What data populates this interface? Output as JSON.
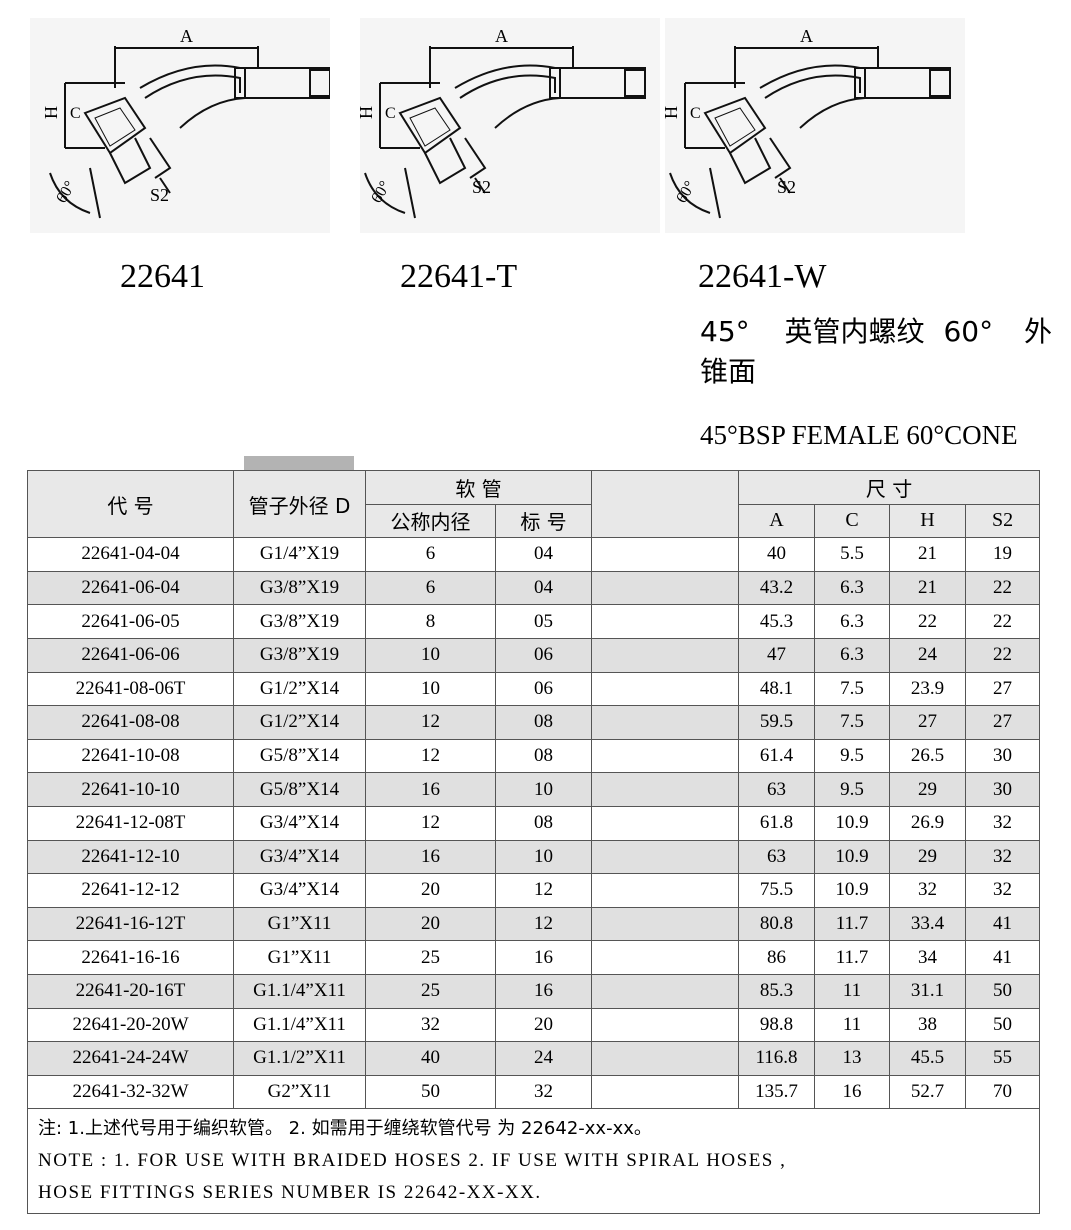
{
  "drawings": [
    {
      "label_a": "A",
      "label_c": "C",
      "label_h": "H",
      "label_s2": "S2",
      "label_angle": "60°"
    },
    {
      "label_a": "A",
      "label_c": "C",
      "label_h": "H",
      "label_s2": "S2",
      "label_angle": "60°"
    },
    {
      "label_a": "A",
      "label_c": "C",
      "label_h": "H",
      "label_s2": "S2",
      "label_angle": "60°"
    }
  ],
  "models": [
    "22641",
    "22641-T",
    "22641-W"
  ],
  "description_cn": {
    "part1": "45°",
    "part2": "英管内螺纹",
    "part3": "60°",
    "part4": "外",
    "line2": "锥面"
  },
  "description_en": "45°BSP FEMALE 60°CONE",
  "table": {
    "headers": {
      "code": "代  号",
      "pipe_od": "管子外径 D",
      "hose": "软  管",
      "hose_nominal": "公称内径",
      "hose_mark": "标  号",
      "size": "尺  寸",
      "a": "A",
      "c": "C",
      "h": "H",
      "s2": "S2"
    },
    "rows": [
      [
        "22641-04-04",
        "G1/4”X19",
        "6",
        "04",
        "40",
        "5.5",
        "21",
        "19"
      ],
      [
        "22641-06-04",
        "G3/8”X19",
        "6",
        "04",
        "43.2",
        "6.3",
        "21",
        "22"
      ],
      [
        "22641-06-05",
        "G3/8”X19",
        "8",
        "05",
        "45.3",
        "6.3",
        "22",
        "22"
      ],
      [
        "22641-06-06",
        "G3/8”X19",
        "10",
        "06",
        "47",
        "6.3",
        "24",
        "22"
      ],
      [
        "22641-08-06T",
        "G1/2”X14",
        "10",
        "06",
        "48.1",
        "7.5",
        "23.9",
        "27"
      ],
      [
        "22641-08-08",
        "G1/2”X14",
        "12",
        "08",
        "59.5",
        "7.5",
        "27",
        "27"
      ],
      [
        "22641-10-08",
        "G5/8”X14",
        "12",
        "08",
        "61.4",
        "9.5",
        "26.5",
        "30"
      ],
      [
        "22641-10-10",
        "G5/8”X14",
        "16",
        "10",
        "63",
        "9.5",
        "29",
        "30"
      ],
      [
        "22641-12-08T",
        "G3/4”X14",
        "12",
        "08",
        "61.8",
        "10.9",
        "26.9",
        "32"
      ],
      [
        "22641-12-10",
        "G3/4”X14",
        "16",
        "10",
        "63",
        "10.9",
        "29",
        "32"
      ],
      [
        "22641-12-12",
        "G3/4”X14",
        "20",
        "12",
        "75.5",
        "10.9",
        "32",
        "32"
      ],
      [
        "22641-16-12T",
        "G1”X11",
        "20",
        "12",
        "80.8",
        "11.7",
        "33.4",
        "41"
      ],
      [
        "22641-16-16",
        "G1”X11",
        "25",
        "16",
        "86",
        "11.7",
        "34",
        "41"
      ],
      [
        "22641-20-16T",
        "G1.1/4”X11",
        "25",
        "16",
        "85.3",
        "11",
        "31.1",
        "50"
      ],
      [
        "22641-20-20W",
        "G1.1/4”X11",
        "32",
        "20",
        "98.8",
        "11",
        "38",
        "50"
      ],
      [
        "22641-24-24W",
        "G1.1/2”X11",
        "40",
        "24",
        "116.8",
        "13",
        "45.5",
        "55"
      ],
      [
        "22641-32-32W",
        "G2”X11",
        "50",
        "32",
        "135.7",
        "16",
        "52.7",
        "70"
      ]
    ],
    "note_cn": "注: 1.上述代号用于编织软管。   2.  如需用于缠绕软管代号    为 22642-xx-xx。",
    "note_en_1": "NOTE : 1. FOR USE WITH BRAIDED HOSES    2. IF USE WITH SPIRAL HOSES ,",
    "note_en_2": "HOSE FITTINGS SERIES NUMBER IS 22642-XX-XX."
  }
}
